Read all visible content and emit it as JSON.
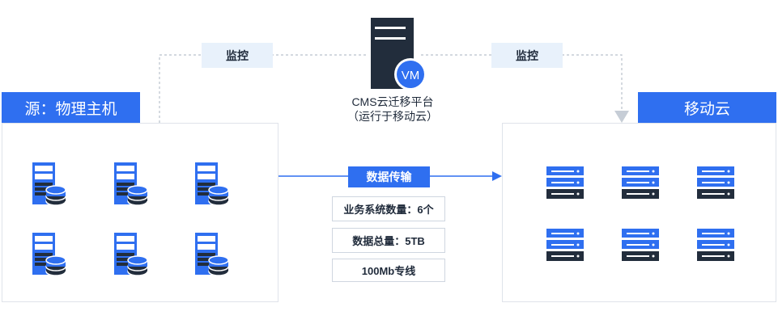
{
  "source": {
    "title": "源：物理主机",
    "server_count": 6
  },
  "target": {
    "title": "移动云",
    "server_count": 6
  },
  "platform": {
    "icon_badge": "VM",
    "name": "CMS云迁移平台",
    "sub": "（运行于移动云）"
  },
  "monitor": {
    "left_label": "监控",
    "right_label": "监控"
  },
  "transfer": {
    "label": "数据传输",
    "details": [
      "业务系统数量：6个",
      "数据总量：5TB",
      "100Mb专线"
    ]
  },
  "colors": {
    "accent": "#2f6ff0",
    "dark": "#222d3c",
    "tag_bg": "#e8f1fb",
    "panel_border": "#dfe3ea"
  }
}
